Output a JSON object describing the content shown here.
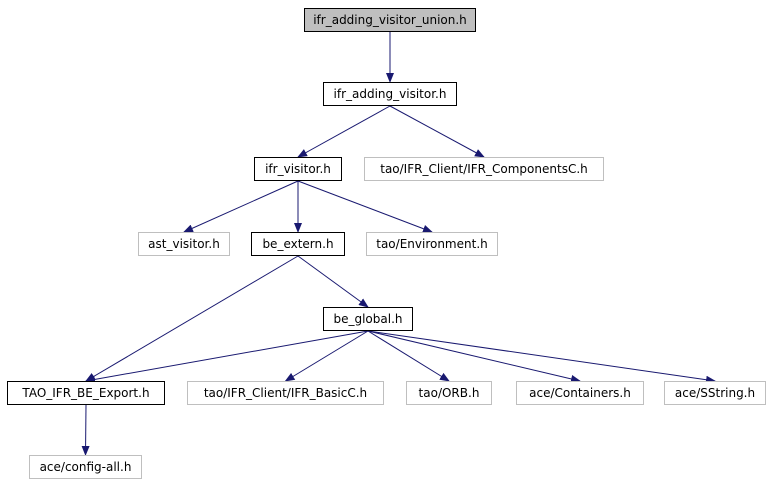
{
  "graph": {
    "edge_color": "#191970",
    "nodes": [
      {
        "id": "ifr_adding_visitor_union",
        "label": "ifr_adding_visitor_union.h",
        "kind": "root"
      },
      {
        "id": "ifr_adding_visitor",
        "label": "ifr_adding_visitor.h",
        "kind": "doc"
      },
      {
        "id": "ifr_visitor",
        "label": "ifr_visitor.h",
        "kind": "doc"
      },
      {
        "id": "ifr_componentsc",
        "label": "tao/IFR_Client/IFR_ComponentsC.h",
        "kind": "nodoc"
      },
      {
        "id": "ast_visitor",
        "label": "ast_visitor.h",
        "kind": "nodoc"
      },
      {
        "id": "be_extern",
        "label": "be_extern.h",
        "kind": "doc"
      },
      {
        "id": "environment",
        "label": "tao/Environment.h",
        "kind": "nodoc"
      },
      {
        "id": "be_global",
        "label": "be_global.h",
        "kind": "doc"
      },
      {
        "id": "tao_ifr_be_export",
        "label": "TAO_IFR_BE_Export.h",
        "kind": "doc"
      },
      {
        "id": "ifr_basicc",
        "label": "tao/IFR_Client/IFR_BasicC.h",
        "kind": "nodoc"
      },
      {
        "id": "orb",
        "label": "tao/ORB.h",
        "kind": "nodoc"
      },
      {
        "id": "containers",
        "label": "ace/Containers.h",
        "kind": "nodoc"
      },
      {
        "id": "sstring",
        "label": "ace/SString.h",
        "kind": "nodoc"
      },
      {
        "id": "config_all",
        "label": "ace/config-all.h",
        "kind": "nodoc"
      }
    ],
    "edges": [
      {
        "from": "ifr_adding_visitor_union",
        "to": "ifr_adding_visitor"
      },
      {
        "from": "ifr_adding_visitor",
        "to": "ifr_visitor"
      },
      {
        "from": "ifr_adding_visitor",
        "to": "ifr_componentsc"
      },
      {
        "from": "ifr_visitor",
        "to": "ast_visitor"
      },
      {
        "from": "ifr_visitor",
        "to": "be_extern"
      },
      {
        "from": "ifr_visitor",
        "to": "environment"
      },
      {
        "from": "be_extern",
        "to": "be_global"
      },
      {
        "from": "be_extern",
        "to": "tao_ifr_be_export"
      },
      {
        "from": "be_global",
        "to": "tao_ifr_be_export"
      },
      {
        "from": "be_global",
        "to": "ifr_basicc"
      },
      {
        "from": "be_global",
        "to": "orb"
      },
      {
        "from": "be_global",
        "to": "containers"
      },
      {
        "from": "be_global",
        "to": "sstring"
      },
      {
        "from": "tao_ifr_be_export",
        "to": "config_all"
      }
    ]
  }
}
